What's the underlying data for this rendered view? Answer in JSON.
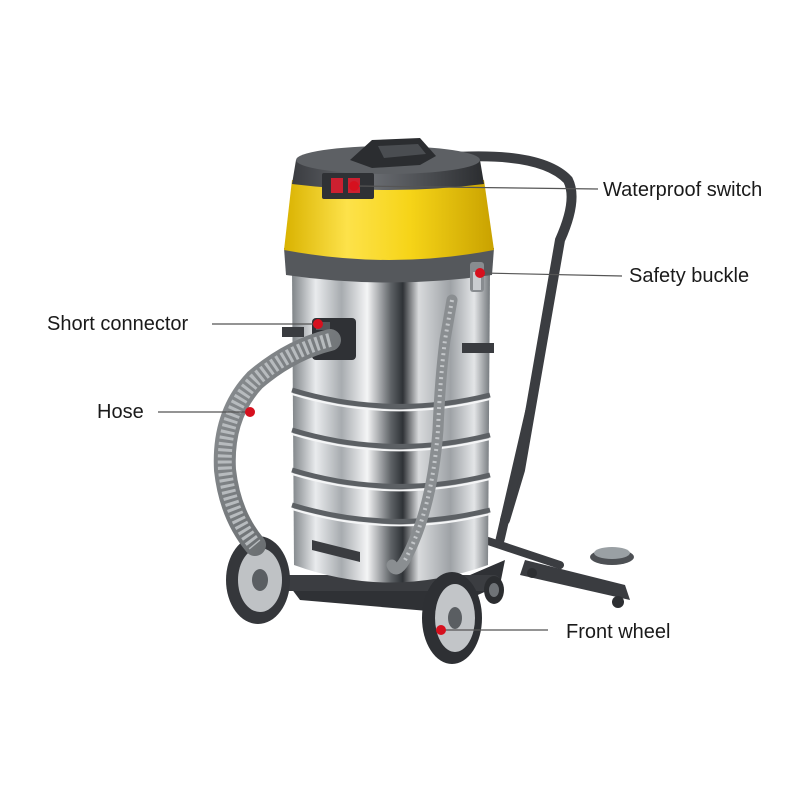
{
  "callouts": {
    "waterproof_switch": "Waterproof switch",
    "safety_buckle": "Safety buckle",
    "short_connector": "Short connector",
    "hose": "Hose",
    "front_wheel": "Front wheel"
  },
  "colors": {
    "lid_yellow": "#f5d21a",
    "marker_red": "#d6101e",
    "steel": "#c9ccd0",
    "dark_grey": "#3c3e42",
    "leader_line": "#555555"
  }
}
